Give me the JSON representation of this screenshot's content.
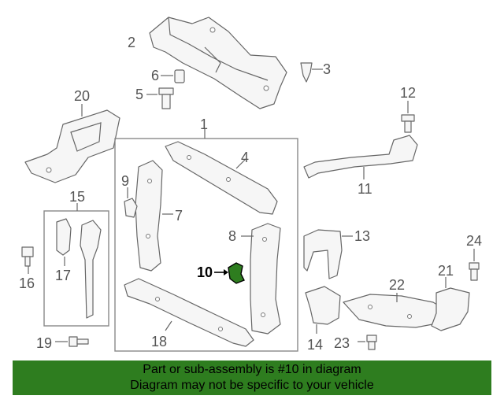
{
  "callouts": {
    "c1": "1",
    "c2": "2",
    "c3": "3",
    "c4": "4",
    "c5": "5",
    "c6": "6",
    "c7": "7",
    "c8": "8",
    "c9": "9",
    "c10": "10",
    "c11": "11",
    "c12": "12",
    "c13": "13",
    "c14": "14",
    "c15": "15",
    "c16": "16",
    "c17": "17",
    "c18": "18",
    "c19": "19",
    "c20": "20",
    "c21": "21",
    "c22": "22",
    "c23": "23",
    "c24": "24"
  },
  "highlight_part": "10",
  "colors": {
    "banner": "#2e7d1f",
    "highlight_part": "#2e7d1f",
    "outline": "#666666"
  },
  "banner": {
    "line1": "Part or sub-assembly is #10 in diagram",
    "line2": "Diagram may not be specific to your vehicle"
  }
}
